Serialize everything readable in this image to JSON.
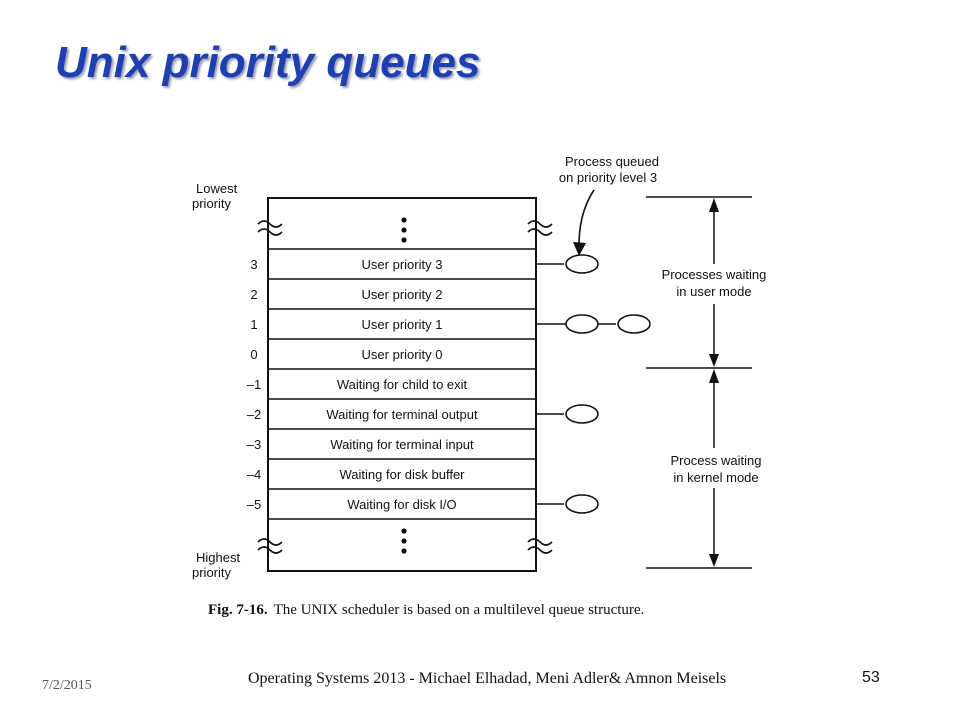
{
  "title": "Unix priority queues",
  "figure": {
    "lowest_label": [
      "Lowest",
      "priority"
    ],
    "highest_label": [
      "Highest",
      "priority"
    ],
    "rows": [
      {
        "level": "3",
        "label": "User priority 3"
      },
      {
        "level": "2",
        "label": "User priority 2"
      },
      {
        "level": "1",
        "label": "User priority 1"
      },
      {
        "level": "0",
        "label": "User priority 0"
      },
      {
        "level": "–1",
        "label": "Waiting for child to exit"
      },
      {
        "level": "–2",
        "label": "Waiting for terminal output"
      },
      {
        "level": "–3",
        "label": "Waiting for terminal input"
      },
      {
        "level": "–4",
        "label": "Waiting for disk buffer"
      },
      {
        "level": "–5",
        "label": "Waiting for disk I/O"
      }
    ],
    "queued_processes": [
      1,
      0,
      2,
      0,
      0,
      1,
      0,
      0,
      1
    ],
    "callout": [
      "Process queued",
      "on priority level 3"
    ],
    "user_mode_label": [
      "Processes waiting",
      "in user mode"
    ],
    "kernel_mode_label": [
      "Process waiting",
      "in kernel mode"
    ],
    "caption_prefix": "Fig. 7-16.",
    "caption_text": "The UNIX scheduler is based on a multilevel queue structure."
  },
  "footer": {
    "date": "7/2/2015",
    "text": "Operating Systems 2013 - Michael Elhadad, Meni Adler& Amnon Meisels",
    "page": "53"
  }
}
